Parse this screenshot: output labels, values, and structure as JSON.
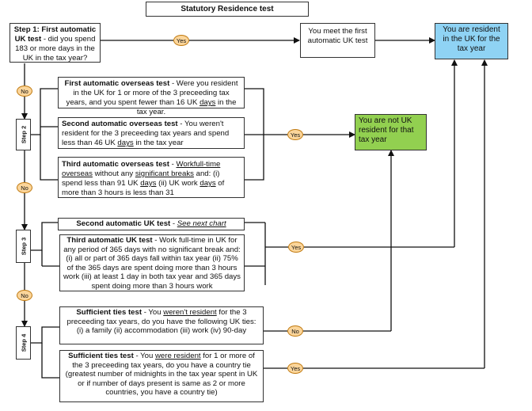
{
  "title": "Statutory Residence test",
  "step1": {
    "bold": "Step 1: First automatic UK test",
    "text": " - did you spend 183 or more days in the UK in the tax year?"
  },
  "meet_first": "You meet the first automatic UK test",
  "resident": "You are resident in the UK for the tax year",
  "not_resident": "You are not UK resident for that tax year",
  "overseas1": {
    "bold": "First automatic overseas test",
    "pre": " - Were you resident in the UK for 1 or more of the 3 preceeding tax years, and you spent fewer than 16 UK ",
    "u": "days",
    "post": " in the tax year."
  },
  "overseas2": {
    "bold": "Second automatic overseas test",
    "pre": " - You weren't resident for the 3 preceeding tax years and spend less than 46 UK ",
    "u": "days",
    "post": " in the tax  year"
  },
  "overseas3": {
    "bold": "Third automatic overseas test",
    "sep": " - ",
    "u1": "Workfull-time overseas",
    "t1": " without any ",
    "u2": "significant breaks",
    "t2": " and: (i) spend less than 91 UK ",
    "u3": "days",
    "t3": " (ii) UK work ",
    "u4": "days",
    "t4": " of more than 3 hours is less than 31"
  },
  "uk2": {
    "bold": "Second automatic UK test",
    "sep": " - ",
    "link": "See next chart"
  },
  "uk3": {
    "bold": "Third automatic UK test",
    "text": " - Work full-time in UK for any period of 365 days with no significant break and: (i) all or part of 365 days fall within tax year (ii) 75% of the 365 days are spent doing more than 3 hours work (iii) at least 1 day in both tax year and 365 days spent doing more than 3 hours work"
  },
  "ties1": {
    "bold": "Sufficient ties test",
    "pre": " -  You ",
    "u": "weren't resident",
    "post": " for the 3 preceeding tax years, do you have the following UK ties: (i) a family (ii) accommodation (iii) work (iv) 90-day"
  },
  "ties2": {
    "bold": "Sufficient ties test",
    "pre": " -  You ",
    "u": "were resident",
    "post": " for 1 or more of the 3 preceeding tax years, do you have a country tie (greatest number of midnights in the tax year spent in UK or if number of days present is same as 2 or more countries, you have a country tie)"
  },
  "steps": [
    "Step 2",
    "Step 3",
    "Step 4"
  ],
  "labels": {
    "yes": "Yes",
    "no": "No"
  },
  "colors": {
    "green": "#92d050",
    "blue": "#8fd3f4",
    "circle": "#fbd59a"
  }
}
